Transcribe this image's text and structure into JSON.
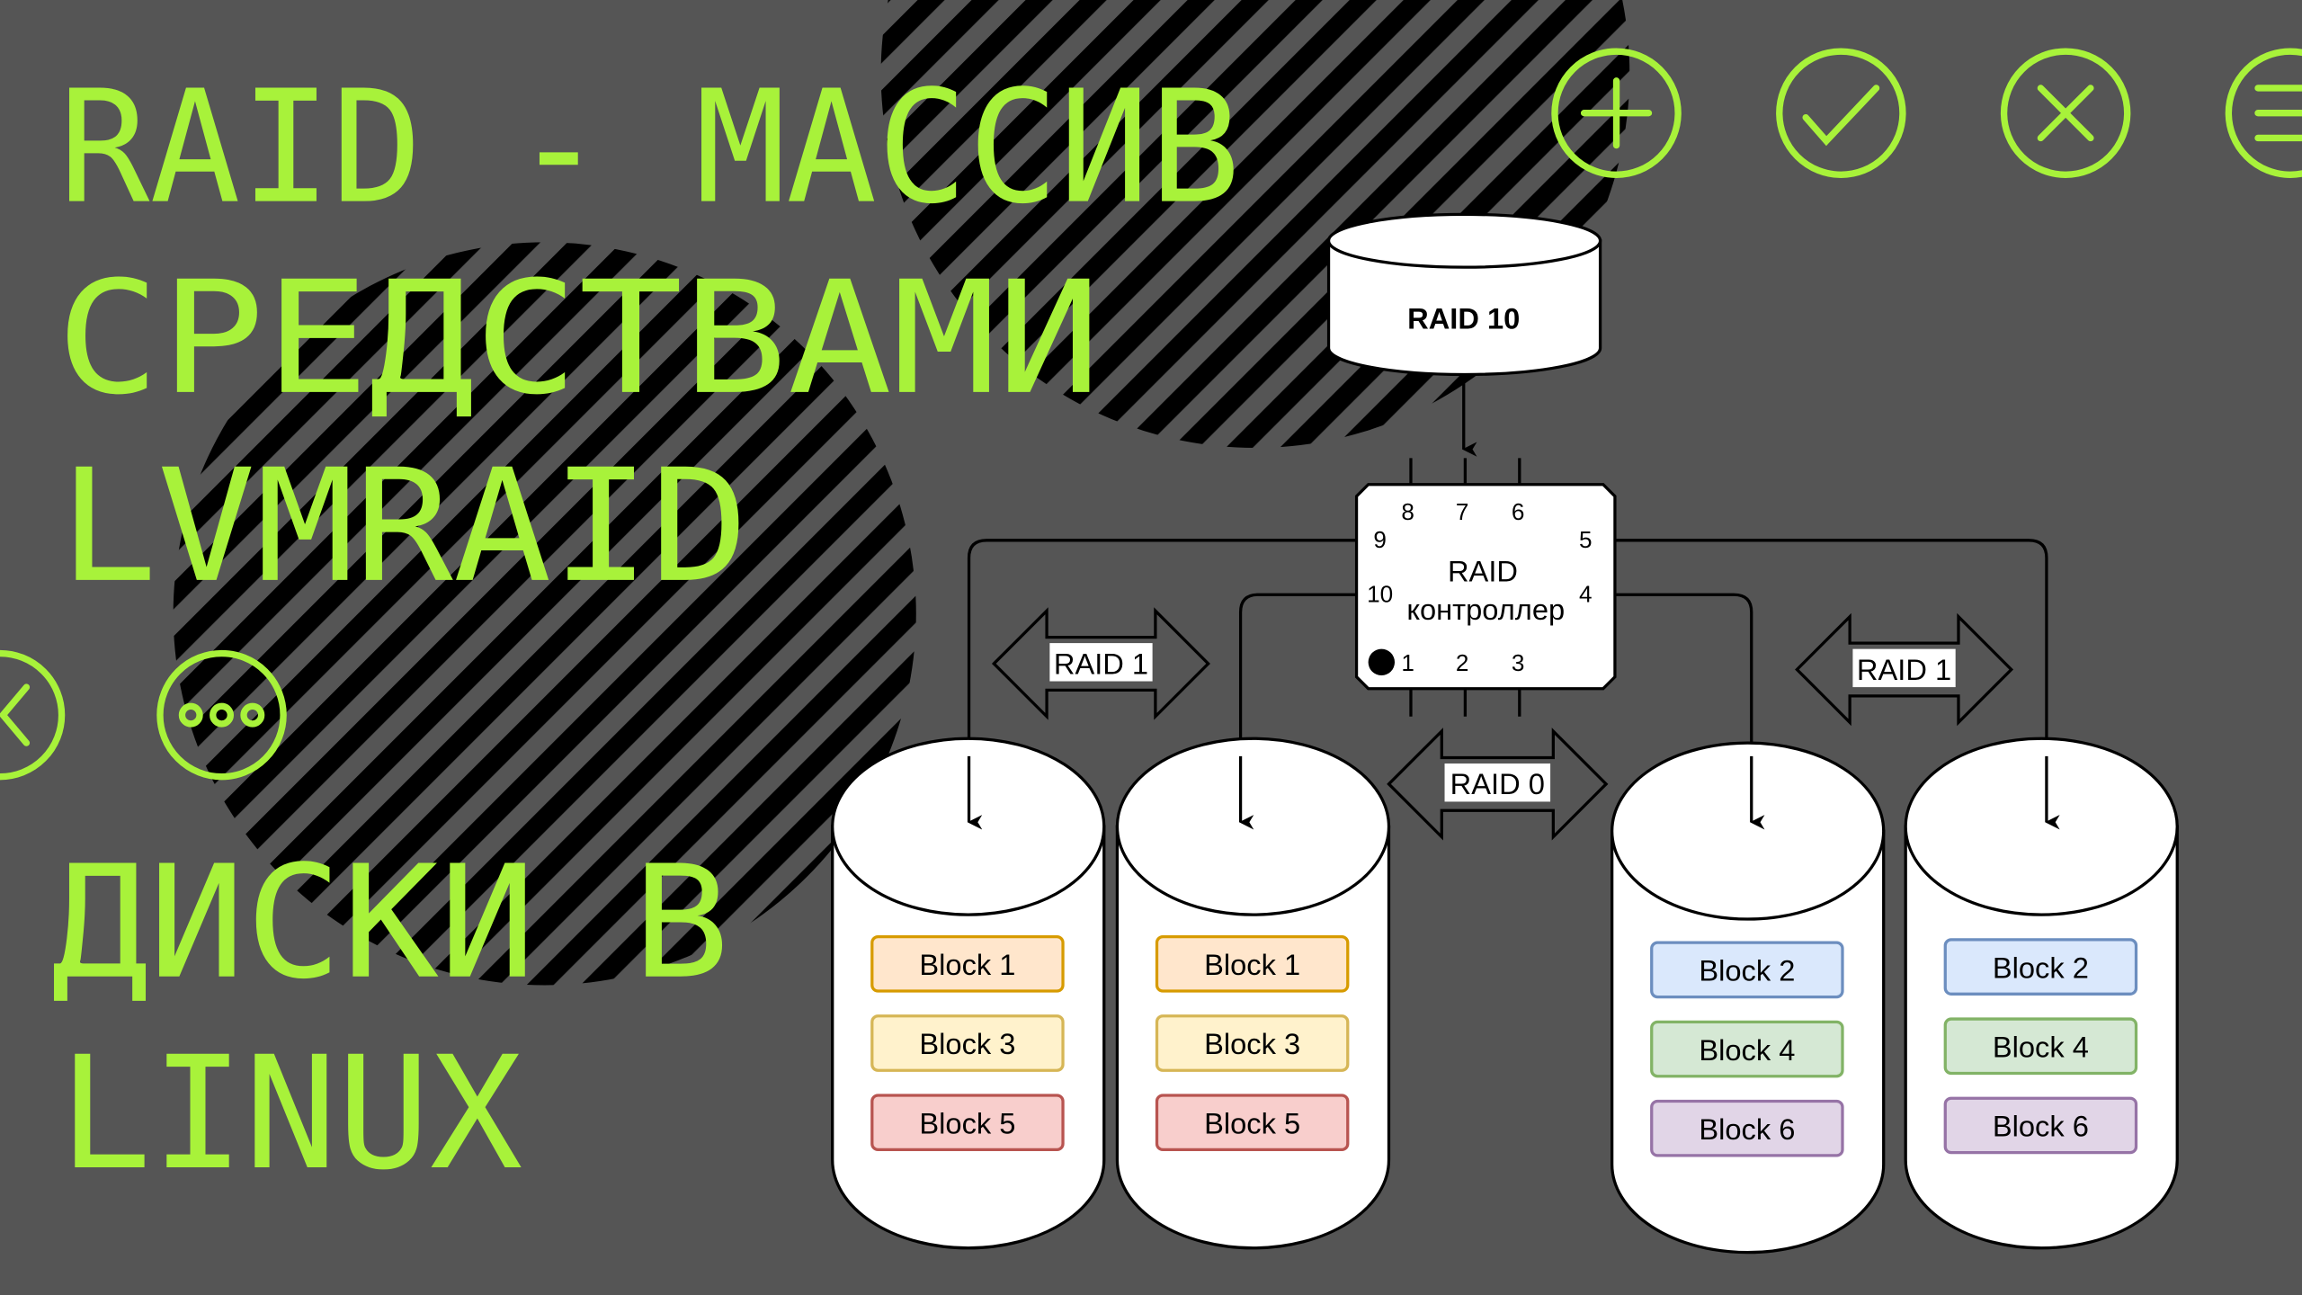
{
  "title_lines": [
    "RAID - МАССИВ",
    "СРЕДСТВАМИ",
    "LVMRAID",
    "ДИСКИ В",
    "LINUX"
  ],
  "colors": {
    "background": "#555555",
    "accent": "#a8f23a"
  },
  "icons": [
    "plus-circle-icon",
    "check-circle-icon",
    "close-circle-icon",
    "menu-circle-icon",
    "chevron-left-circle-icon",
    "more-circle-icon"
  ],
  "diagram": {
    "array_label": "RAID 10",
    "controller": {
      "line1": "RAID",
      "line2": "контроллер",
      "ports": [
        "1",
        "2",
        "3",
        "4",
        "5",
        "6",
        "7",
        "8",
        "9",
        "10"
      ]
    },
    "arrows": [
      "RAID 1",
      "RAID 0",
      "RAID 1"
    ],
    "disks": [
      {
        "blocks": [
          "Block 1",
          "Block 3",
          "Block 5"
        ]
      },
      {
        "blocks": [
          "Block 1",
          "Block 3",
          "Block 5"
        ]
      },
      {
        "blocks": [
          "Block 2",
          "Block 4",
          "Block 6"
        ]
      },
      {
        "blocks": [
          "Block 2",
          "Block 4",
          "Block 6"
        ]
      }
    ]
  }
}
